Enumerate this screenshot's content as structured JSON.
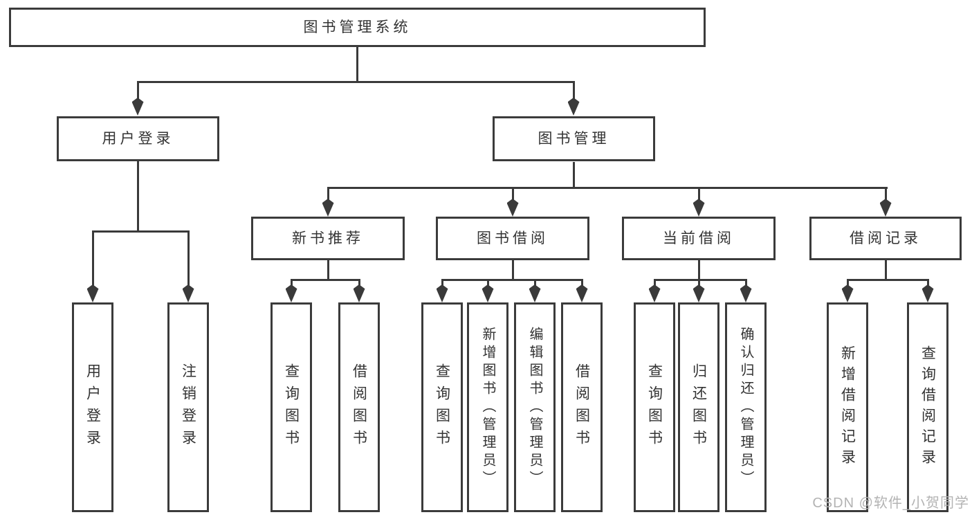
{
  "title": "图书管理系统",
  "nodes": {
    "root": "图书管理系统",
    "user_login_group": "用户登录",
    "book_mgmt_group": "图书管理",
    "new_books": "新书推荐",
    "book_borrow": "图书借阅",
    "current_borrow": "当前借阅",
    "borrow_records": "借阅记录",
    "leaves": {
      "user_login": "用户登录",
      "logout": "注销登录",
      "nb_query": "查询图书",
      "nb_borrow": "借阅图书",
      "bb_query": "查询图书",
      "bb_add": "新增图书（管理员）",
      "bb_edit": "编辑图书（管理员）",
      "bb_borrow": "借阅图书",
      "cb_query": "查询图书",
      "cb_return": "归还图书",
      "cb_confirm": "确认归还（管理员）",
      "br_add": "新增借阅记录",
      "br_query": "查询借阅记录"
    }
  },
  "watermark": "CSDN @软件_小贺同学",
  "colors": {
    "line": "#3a3a3a",
    "border": "#3b3b3b",
    "text": "#333333",
    "watermark": "#b3b3b3",
    "background": "#ffffff"
  }
}
